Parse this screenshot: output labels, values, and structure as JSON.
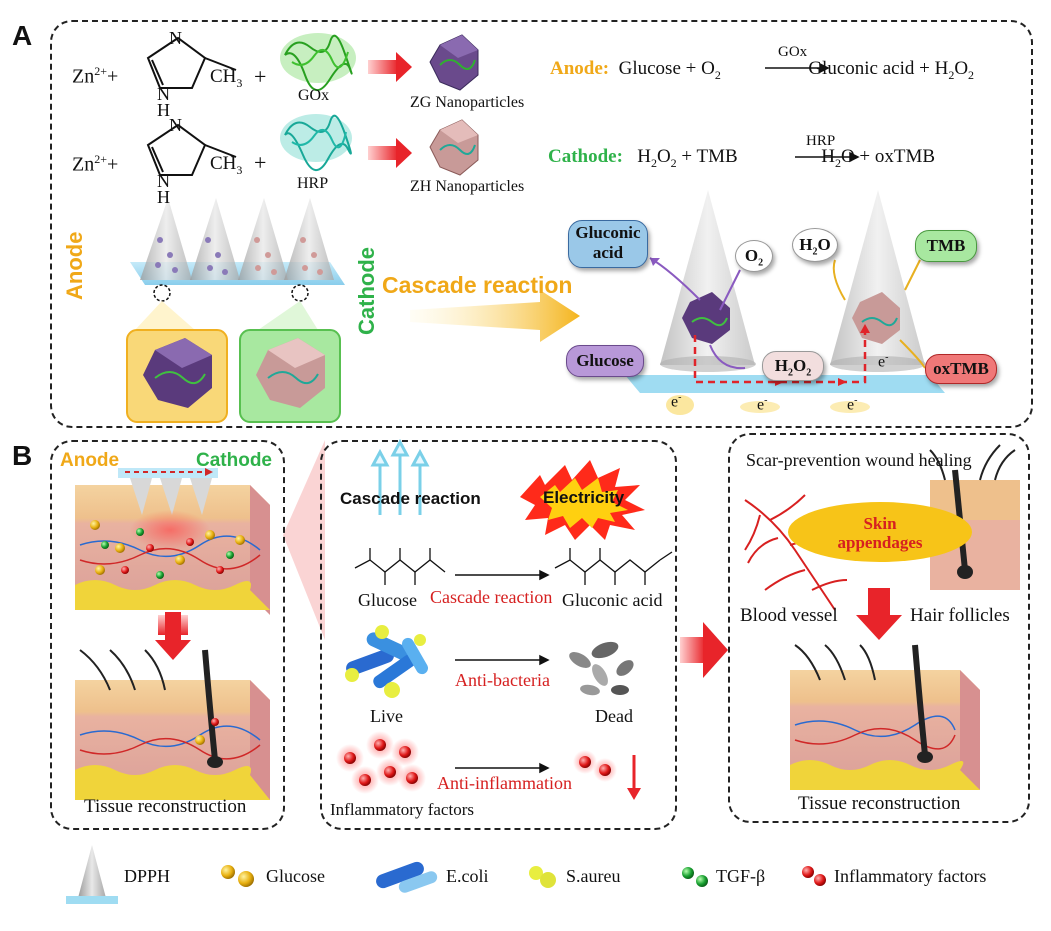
{
  "panel_a": {
    "label": "A",
    "row1": {
      "prefix": "Zn",
      "sup": "2+",
      "plus_sign": "+",
      "methyl": "CH",
      "methyl_sub": "3",
      "plus2": "+",
      "enzyme": "GOx",
      "product": "ZG Nanoparticles",
      "n_top": "N",
      "nh_bottom": "N\nH"
    },
    "row2": {
      "prefix": "Zn",
      "sup": "2+",
      "plus_sign": "+",
      "methyl": "CH",
      "methyl_sub": "3",
      "plus2": "+",
      "enzyme": "HRP",
      "product": "ZH Nanoparticles",
      "n_top": "N",
      "nh_bottom": "N\nH"
    },
    "anode_eq": {
      "label": "Anode:",
      "text1": "Glucose + O",
      "sub1": "2",
      "catalyst": "GOx",
      "text2": "Gluconic acid + H",
      "sub2": "2",
      "text3": "O",
      "sub3": "2"
    },
    "cathode_eq": {
      "label": "Cathode:",
      "text1": "H",
      "sub1": "2",
      "text2": "O",
      "sub2": "2",
      "text3": " + TMB",
      "catalyst": "HRP",
      "text4": "H",
      "sub4": "2",
      "text5": "O + oxTMB"
    },
    "anode_side": "Anode",
    "cathode_side": "Cathode",
    "cascade": "Cascade reaction",
    "pills": {
      "gluconic": "Gluconic acid",
      "o2": "O",
      "o2_sub": "2",
      "h2o": "H",
      "h2o_sub": "2",
      "h2o_tail": "O",
      "tmb": "TMB",
      "glucose": "Glucose",
      "h2o2_a": "H",
      "h2o2_sub1": "2",
      "h2o2_b": "O",
      "h2o2_sub2": "2",
      "oxtmb": "oxTMB"
    },
    "electron": "e",
    "electron_sup": "-"
  },
  "panel_b": {
    "label": "B",
    "left": {
      "anode": "Anode",
      "cathode": "Cathode",
      "caption": "Tissue reconstruction"
    },
    "middle": {
      "cascade": "Cascade reaction",
      "electricity": "Electricity",
      "glucose": "Glucose",
      "cascade_red": "Cascade reaction",
      "gluconic": "Gluconic acid",
      "live": "Live",
      "anti_bacteria": "Anti-bacteria",
      "dead": "Dead",
      "anti_inflammation": "Anti-inflammation",
      "inflammatory": "Inflammatory factors"
    },
    "right": {
      "title": "Scar-prevention wound healing",
      "skin": "Skin appendages",
      "blood": "Blood vessel",
      "hair": "Hair follicles",
      "caption": "Tissue reconstruction"
    }
  },
  "legend": {
    "dpph": "DPPH",
    "glucose": "Glucose",
    "ecoli": "E.coli",
    "saureu": "S.aureu",
    "tgf": "TGF-β",
    "inflam": "Inflammatory factors"
  },
  "colors": {
    "anode": "#f0a818",
    "cathode": "#2fb24a",
    "red": "#d62020",
    "arrow_red": "#e8242a",
    "purple": "#6a4a8c",
    "pink": "#c89a98"
  }
}
